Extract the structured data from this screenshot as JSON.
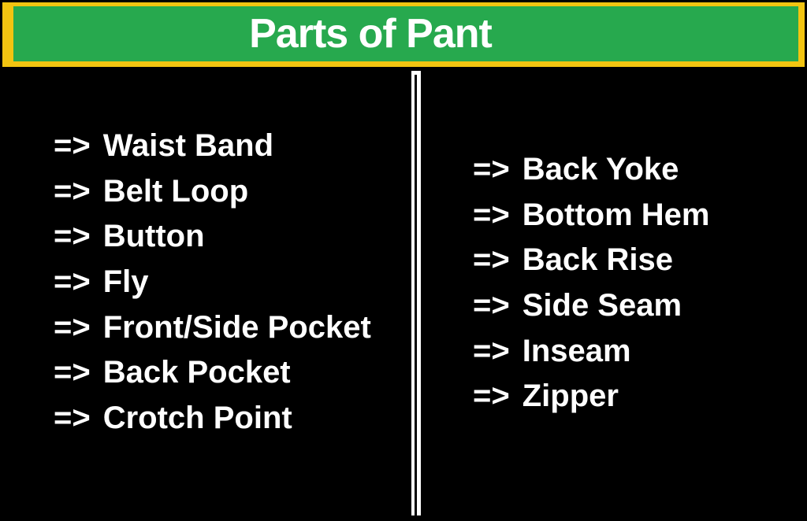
{
  "page": {
    "background_color": "#000000",
    "text_color": "#ffffff"
  },
  "banner": {
    "title": "Parts of Pant",
    "fill_color": "#27A94E",
    "border_color": "#F2C411",
    "title_color": "#ffffff"
  },
  "lists": {
    "prefix": "=>",
    "left": {
      "items": [
        "Waist Band",
        "Belt Loop",
        "Button",
        "Fly",
        "Front/Side Pocket",
        "Back Pocket",
        "Crotch Point"
      ]
    },
    "right": {
      "items": [
        "Back Yoke",
        "Bottom Hem",
        "Back Rise",
        "Side Seam",
        "Inseam",
        "Zipper"
      ]
    }
  }
}
